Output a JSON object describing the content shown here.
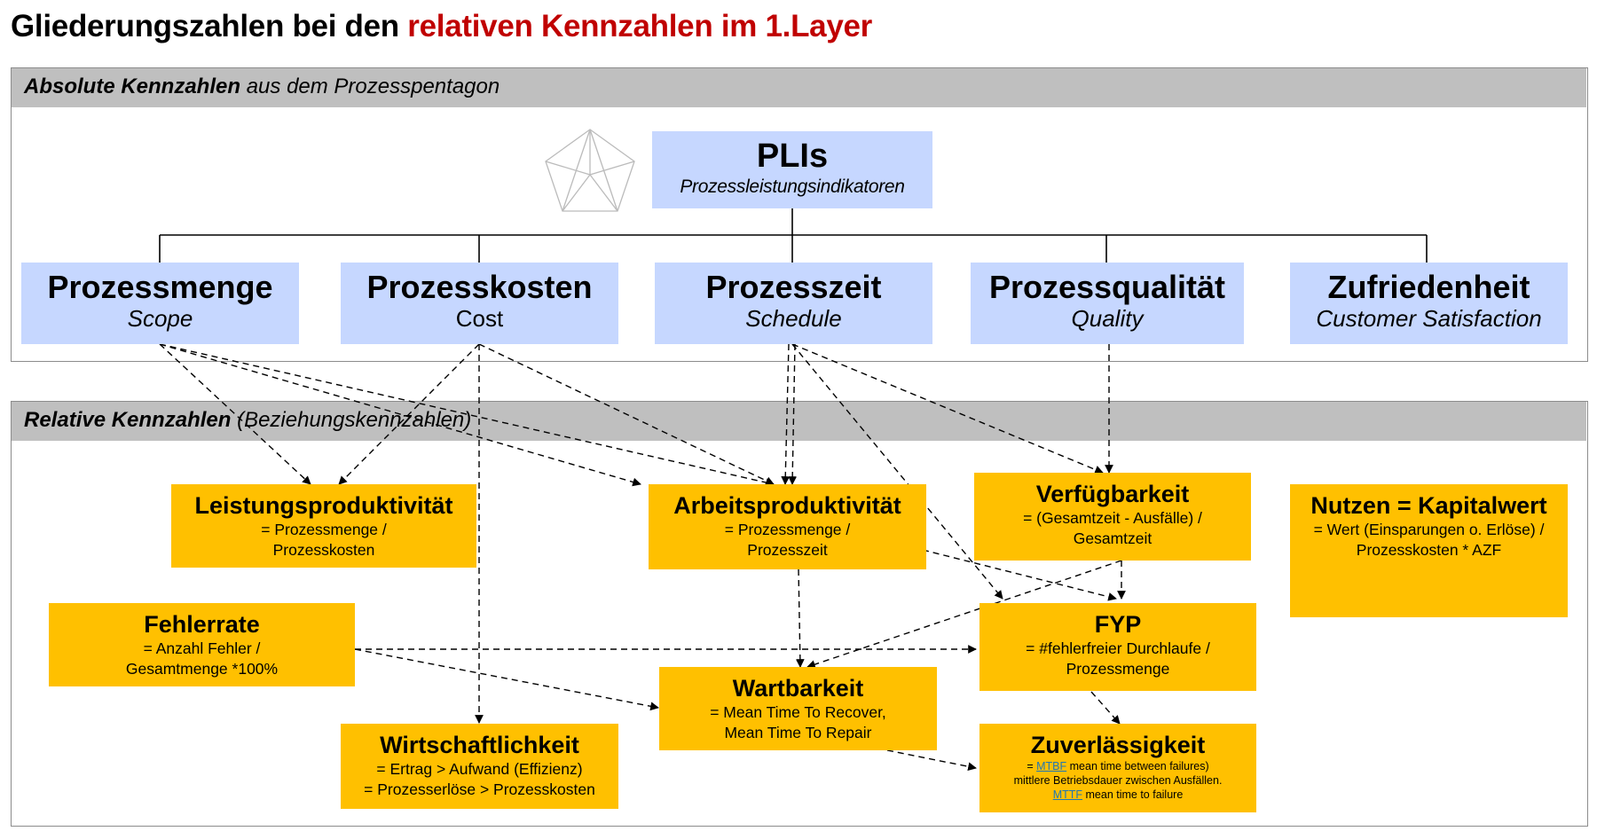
{
  "title": {
    "main": "Gliederungszahlen bei den ",
    "accent": "relativen Kennzahlen im 1.Layer",
    "accent_color": "#c00000"
  },
  "absolute_section": {
    "label_bold": "Absolute Kennzahlen",
    "label_rest": " aus dem Prozesspentagon"
  },
  "relative_section": {
    "label_bold": "Relative Kennzahlen",
    "label_rest": " (Beziehungskennzahlen)"
  },
  "pli": {
    "title": "PLIs",
    "subtitle": "Prozessleistungsindikatoren",
    "icon": "pentagon-icon"
  },
  "categories": [
    {
      "title": "Prozessmenge",
      "subtitle": "Scope"
    },
    {
      "title": "Prozesskosten",
      "subtitle": "Cost"
    },
    {
      "title": "Prozesszeit",
      "subtitle": "Schedule"
    },
    {
      "title": "Prozessqualität",
      "subtitle": "Quality"
    },
    {
      "title": "Zufriedenheit",
      "subtitle": "Customer Satisfaction"
    }
  ],
  "metrics": {
    "leistungsproduktivitaet": {
      "title": "Leistungsproduktivität",
      "formula1": "= Prozessmenge /",
      "formula2": "Prozesskosten"
    },
    "arbeitsproduktivitaet": {
      "title": "Arbeitsproduktivität",
      "formula1": "= Prozessmenge /",
      "formula2": "Prozesszeit"
    },
    "verfuegbarkeit": {
      "title": "Verfügbarkeit",
      "formula1": "= (Gesamtzeit - Ausfälle) /",
      "formula2": "Gesamtzeit"
    },
    "nutzen": {
      "title": "Nutzen = Kapitalwert",
      "formula1": "= Wert (Einsparungen o. Erlöse) /",
      "formula2": "Prozesskosten * AZF"
    },
    "fehlerrate": {
      "title": "Fehlerrate",
      "formula1": "= Anzahl Fehler  /",
      "formula2": "Gesamtmenge *100%"
    },
    "fyp": {
      "title": "FYP",
      "formula1": "= #fehlerfreier Durchlaufe /",
      "formula2": "Prozessmenge"
    },
    "wartbarkeit": {
      "title": "Wartbarkeit",
      "formula1": "= Mean Time To Recover,",
      "formula2": "Mean Time To Repair"
    },
    "wirtschaftlichkeit": {
      "title": "Wirtschaftlichkeit",
      "formula1": "= Ertrag > Aufwand (Effizienz)",
      "formula2": "= Prozesserlöse > Prozesskosten"
    },
    "zuverlaessigkeit": {
      "title": "Zuverlässigkeit",
      "line1_prefix": "= ",
      "line1_link": "MTBF",
      "line1_rest": "  mean time between failures)",
      "line2": "mittlere Betriebsdauer zwischen Ausfällen.",
      "line3_link": "MTTF",
      "line3_rest": "  mean time to failure"
    }
  },
  "colors": {
    "category_box": "#c6d7ff",
    "metric_box": "#ffc000",
    "section_band": "#bfbfbf"
  }
}
